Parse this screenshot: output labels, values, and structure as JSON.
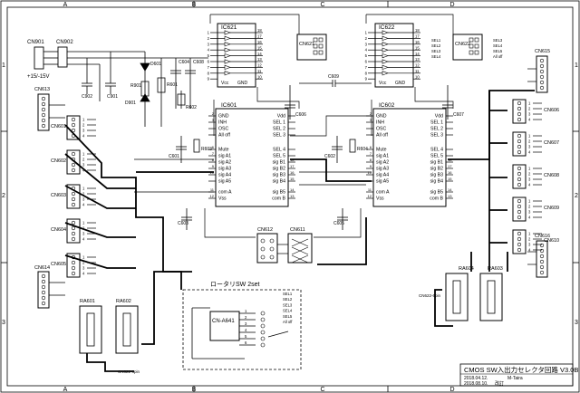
{
  "frame": {
    "col_labels": [
      "A",
      "B",
      "C",
      "D"
    ],
    "row_labels": [
      "1",
      "2",
      "3"
    ]
  },
  "title_block": {
    "title": "CMOS SW入出力セレクタ回路 V3.0B",
    "date1": "2018.04.12.",
    "author": "M-Taira",
    "date2": "2018.08.10.",
    "revision": "改訂"
  },
  "power": {
    "connector_a": "CN901",
    "connector_b": "CN902",
    "supply_label": "+15/-15V",
    "caps": [
      "C902",
      "C901"
    ]
  },
  "ics": {
    "ic621": {
      "ref": "IC621",
      "left_pins": [
        "1",
        "2",
        "3",
        "4",
        "5",
        "6",
        "7",
        "8",
        "9"
      ],
      "right_pins": [
        "18",
        "17",
        "16",
        "15",
        "14",
        "13",
        "12",
        "11",
        "10"
      ],
      "bottom_labels": [
        "Vcc",
        "GND"
      ]
    },
    "ic622": {
      "ref": "IC622",
      "left_pins": [
        "1",
        "2",
        "3",
        "4",
        "5",
        "6",
        "7",
        "8",
        "9"
      ],
      "right_pins": [
        "18",
        "17",
        "16",
        "15",
        "14",
        "13",
        "12",
        "11",
        "10"
      ],
      "bottom_labels": [
        "Vcc",
        "GND"
      ]
    },
    "ic601": {
      "ref": "IC601",
      "left_labels": [
        "GND",
        "INH",
        "OSC",
        "All off",
        "Mute",
        "sig A1",
        "sig A2",
        "sig A3",
        "sig A4",
        "sig A5",
        "com A",
        "Vss"
      ],
      "left_pins": [
        "2",
        "3",
        "",
        "",
        "6",
        "7",
        "8",
        "9",
        "10",
        "",
        "11",
        "12"
      ],
      "right_labels": [
        "Vdd",
        "SEL 1",
        "SEL 2",
        "SEL 3",
        "SEL 4",
        "SEL 5",
        "sig B1",
        "sig B2",
        "sig B3",
        "sig B4",
        "sig B5",
        "com B"
      ],
      "right_pins": [
        "",
        "",
        "",
        "",
        "",
        "",
        "18",
        "17",
        "16",
        "15",
        "14",
        "13"
      ]
    },
    "ic602": {
      "ref": "IC602",
      "left_labels": [
        "GND",
        "INH",
        "OSC",
        "All off",
        "Mute",
        "sig A1",
        "sig A2",
        "sig A3",
        "sig A4",
        "sig A5",
        "com A",
        "Vss"
      ],
      "left_pins": [
        "2",
        "3",
        "",
        "",
        "6",
        "7",
        "8",
        "9",
        "10",
        "",
        "11",
        "12"
      ],
      "right_labels": [
        "Vdd",
        "SEL 1",
        "SEL 2",
        "SEL 3",
        "SEL 4",
        "SEL 5",
        "sig B1",
        "sig B2",
        "sig B3",
        "sig B4",
        "sig B5",
        "com B"
      ],
      "right_pins": [
        "",
        "",
        "",
        "",
        "",
        "",
        "18",
        "17",
        "16",
        "15",
        "14",
        "13"
      ]
    }
  },
  "connectors": {
    "cn621": "CN621",
    "cn622": "CN622",
    "cn613": "CN613",
    "cn614": "CN614",
    "cn615": "CN615",
    "cn616": "CN616",
    "cn612": "CN612",
    "cn611": "CN611",
    "left_inputs": [
      {
        "ref": "CN601",
        "pins": [
          "1",
          "2",
          "3",
          "4"
        ]
      },
      {
        "ref": "CN602",
        "pins": [
          "1",
          "2",
          "3",
          "4"
        ]
      },
      {
        "ref": "CN603",
        "pins": [
          "1",
          "2",
          "3",
          "4"
        ]
      },
      {
        "ref": "CN604",
        "pins": [
          "1",
          "2",
          "3",
          "4"
        ]
      },
      {
        "ref": "CN605",
        "pins": [
          "1",
          "2",
          "3",
          "4"
        ]
      }
    ],
    "right_outputs": [
      {
        "ref": "CN606",
        "pins": [
          "1",
          "2",
          "3",
          "4"
        ]
      },
      {
        "ref": "CN607",
        "pins": [
          "1",
          "2",
          "3",
          "4"
        ]
      },
      {
        "ref": "CN608",
        "pins": [
          "1",
          "2",
          "3",
          "4"
        ]
      },
      {
        "ref": "CN609",
        "pins": [
          "1",
          "2",
          "3",
          "4"
        ]
      },
      {
        "ref": "CN610",
        "pins": [
          "1",
          "2",
          "3",
          "4"
        ]
      }
    ]
  },
  "sel_labels": [
    "SEL1",
    "SEL2",
    "SEL3",
    "SEL4",
    "SEL5",
    "All off"
  ],
  "parts": {
    "d601": "D601",
    "d901": "D901",
    "r901": "R901",
    "r601": "R601",
    "r602": "R602",
    "c604": "C604",
    "c608": "C608",
    "c609": "C609",
    "c606": "C606",
    "c607": "C607",
    "c601": "C601",
    "c602": "C602",
    "c603": "C603",
    "c605": "C605",
    "r603": "R603",
    "r604": "R604"
  },
  "volumes": {
    "ra601": "RA601",
    "ra602": "RA602",
    "ra603": "RA603",
    "ra604": "RA604",
    "cable_left": "CN622-6pin",
    "cable_right": "CN622-6pin"
  },
  "rotary": {
    "title": "ロータリSW 2set",
    "ref": "CN-A641",
    "pins": [
      "1",
      "2",
      "3",
      "4",
      "5",
      "6"
    ],
    "sel_labels": [
      "SEL1",
      "SEL2",
      "SEL3",
      "SEL4",
      "SEL5",
      "All off"
    ]
  }
}
